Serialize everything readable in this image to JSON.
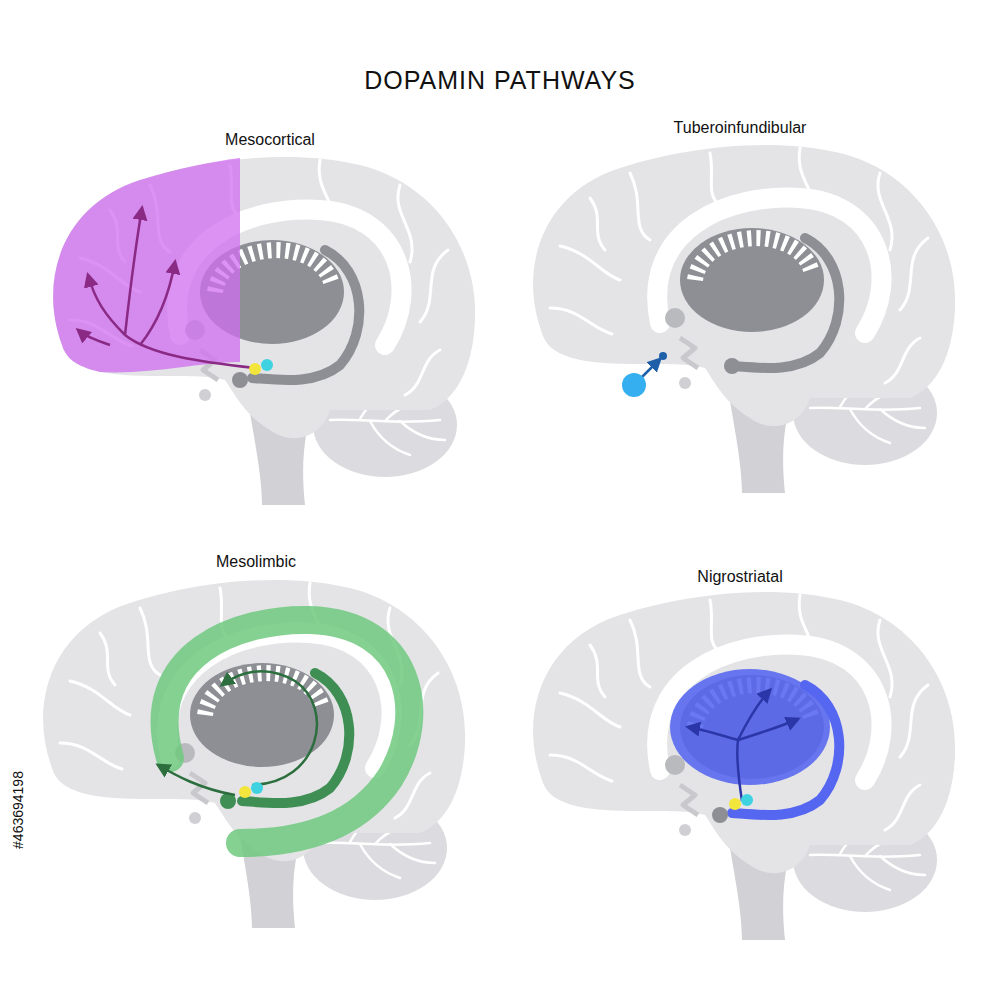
{
  "diagram": {
    "title": "DOPAMIN PATHWAYS",
    "labels": [
      "Mesocortical",
      "Tuberoinfundibular",
      "Mesolimbic",
      "Nigrostriatal",
      "#463694198"
    ]
  }
}
